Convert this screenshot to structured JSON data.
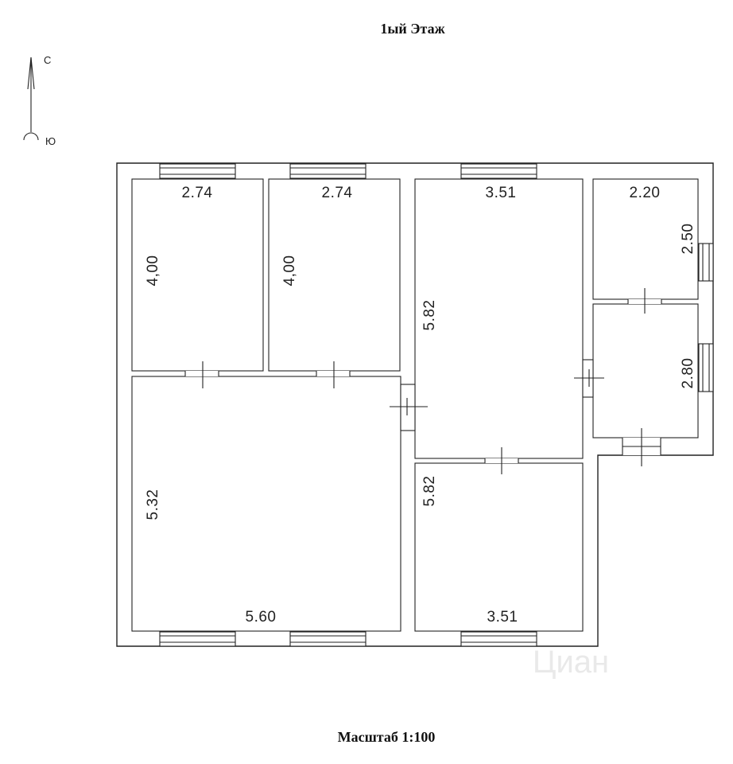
{
  "title": "1ый Этаж",
  "scale_label": "Масштаб 1:100",
  "compass": {
    "north_label": "С",
    "south_label": "Ю",
    "icon": "north-arrow-icon"
  },
  "watermark": "Циан",
  "rooms": [
    {
      "id": "bedroom-1",
      "width": "2.74",
      "length": "4,00"
    },
    {
      "id": "bedroom-2",
      "width": "2.74",
      "length": "4,00"
    },
    {
      "id": "living-room",
      "width": "5.60",
      "length": "5.32"
    },
    {
      "id": "central-room",
      "width": "3.51",
      "length": "5.82"
    },
    {
      "id": "lower-room",
      "width": "3.51",
      "length": "5.82"
    },
    {
      "id": "small-room-top",
      "width": "2.20",
      "length": "2.50"
    },
    {
      "id": "small-room-bottom",
      "length": "2.80"
    }
  ]
}
